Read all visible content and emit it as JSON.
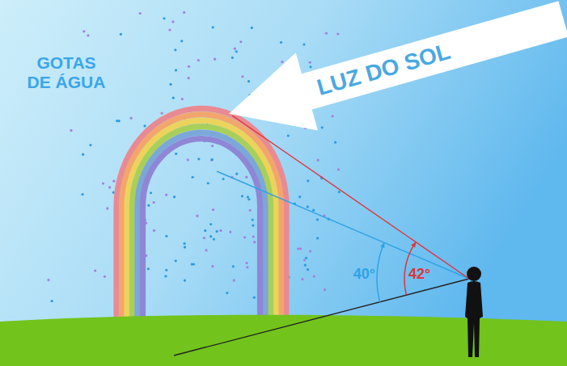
{
  "diagram": {
    "nodes": [
      {
        "text": [
          "LUZ DO SOL"
        ]
      }
    ],
    "labels": [
      "GOTAS DE ÁGUA",
      "40°",
      "42°"
    ]
  }
}
